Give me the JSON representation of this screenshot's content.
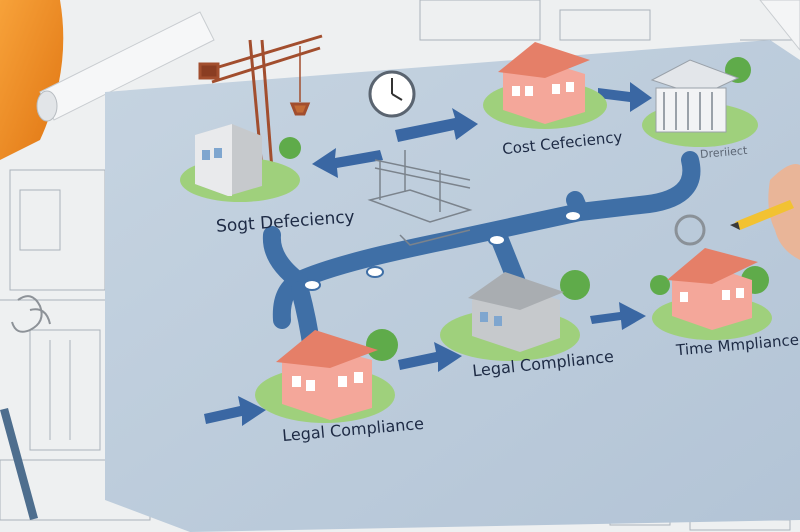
{
  "labels": {
    "sogt_defeciency": "Sogt Defeciency",
    "cost_cefeciency": "Cost Cefeciency",
    "dreriiect": "Dreriiect",
    "legal_compliance_left": "Legal Compliance",
    "legal_compliance_middle": "Legal Compliance",
    "time_mmpliance": "Time Mmpliance"
  },
  "colors": {
    "board": "#b9c9d8",
    "path": "#3f6fa6",
    "arrow": "#3a67a3",
    "grass": "#9fd07c",
    "wall_pink": "#f4a79a",
    "roof": "#e57f68",
    "crane": "#a24e2e",
    "hard_hat": "#f28a1c"
  }
}
